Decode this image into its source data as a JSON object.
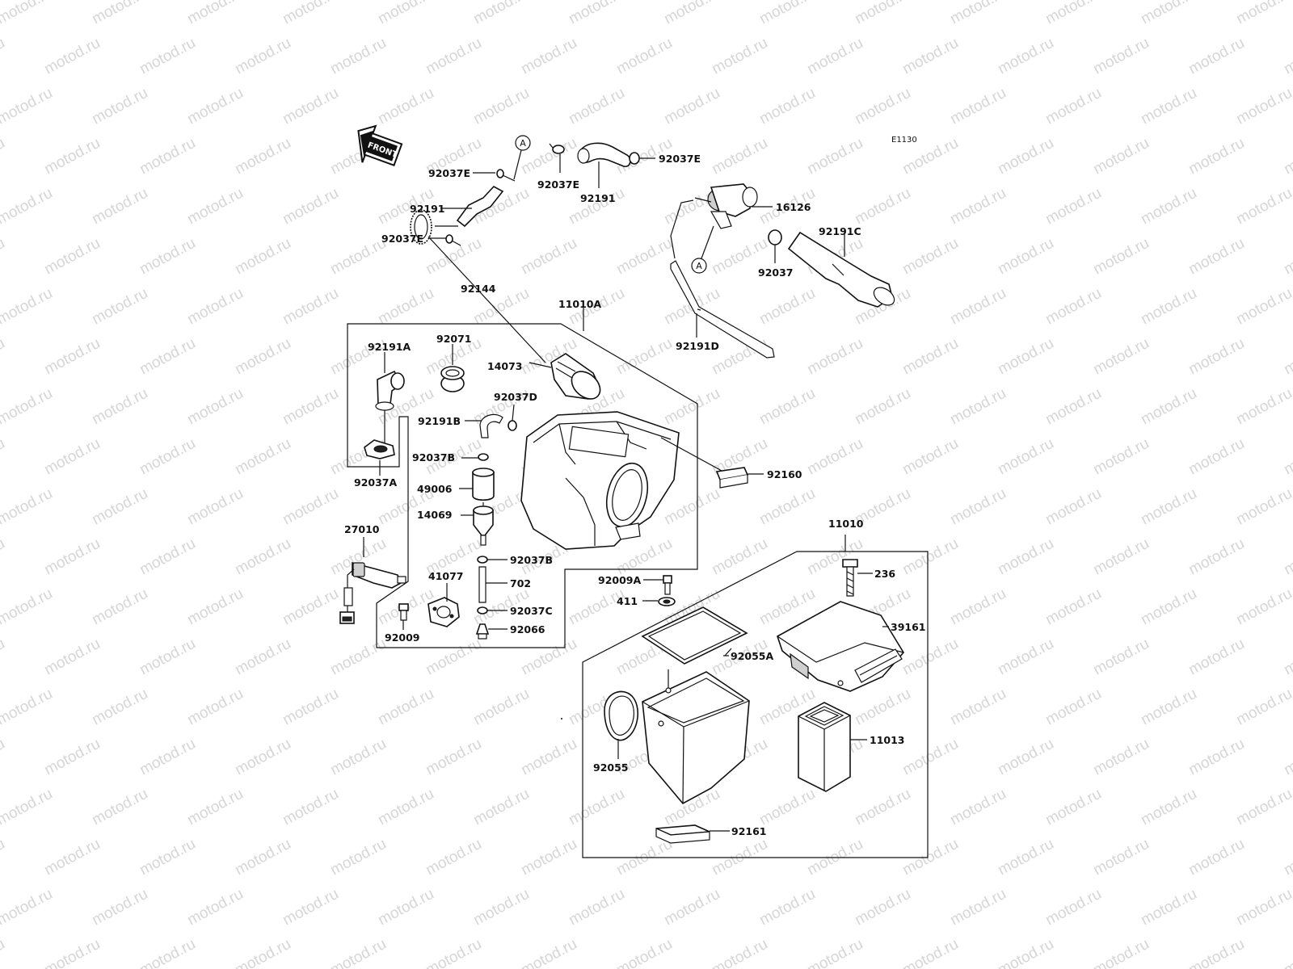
{
  "diagram": {
    "code": "E1130",
    "watermark": "motod.ru",
    "front_label": "FRONT",
    "ref_marker": "A",
    "labels": {
      "p92037E_1": "92037E",
      "p92191_1": "92191",
      "p92037E_2": "92037E",
      "p92037E_3": "92037E",
      "p92191_2": "92191",
      "p92037E_4": "92037E",
      "p16126": "16126",
      "p92191C": "92191C",
      "p92037": "92037",
      "p92144": "92144",
      "p11010A": "11010A",
      "p92191D": "92191D",
      "p92191A": "92191A",
      "p92071": "92071",
      "p14073": "14073",
      "p92037D": "92037D",
      "p92191B": "92191B",
      "p92037B_1": "92037B",
      "p92160": "92160",
      "p92037A": "92037A",
      "p49006": "49006",
      "p14069": "14069",
      "p27010": "27010",
      "p11010": "11010",
      "p92037B_2": "92037B",
      "p41077": "41077",
      "p702": "702",
      "p92009A": "92009A",
      "p236": "236",
      "p411": "411",
      "p92037C": "92037C",
      "p92009": "92009",
      "p92066": "92066",
      "p39161": "39161",
      "p92055A": "92055A",
      "p11013": "11013",
      "p92055": "92055",
      "p92161": "92161"
    }
  }
}
